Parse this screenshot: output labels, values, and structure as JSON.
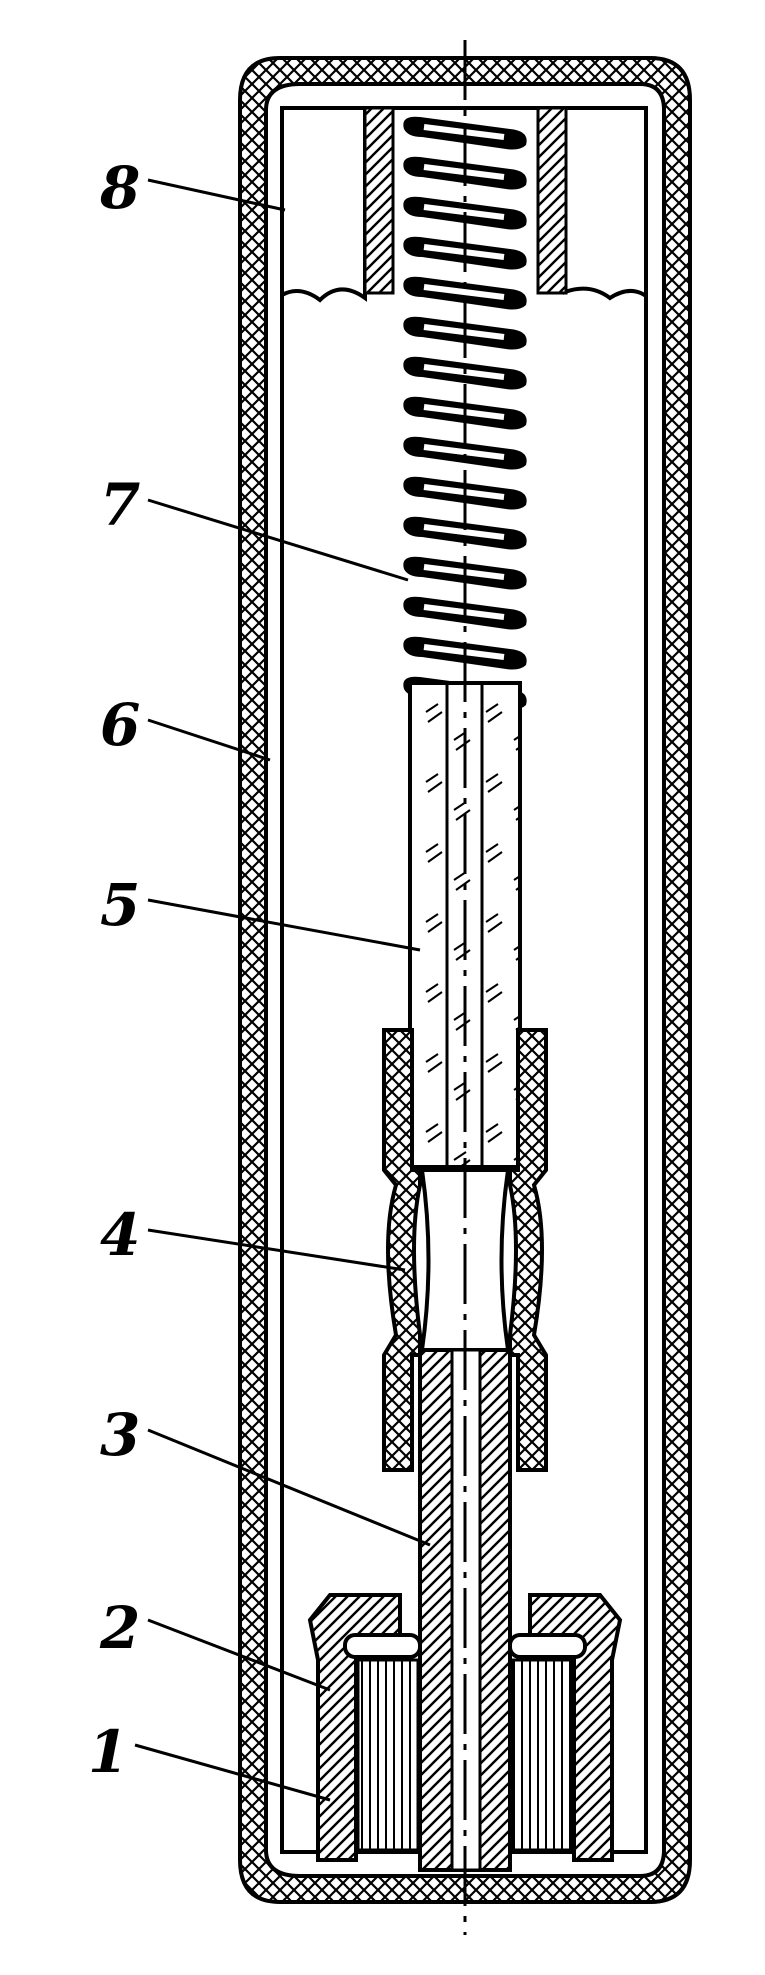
{
  "diagram": {
    "labels": [
      "8",
      "7",
      "6",
      "5",
      "4",
      "3",
      "2",
      "1"
    ],
    "colors": {
      "ink": "#000000",
      "paper": "#ffffff"
    }
  }
}
